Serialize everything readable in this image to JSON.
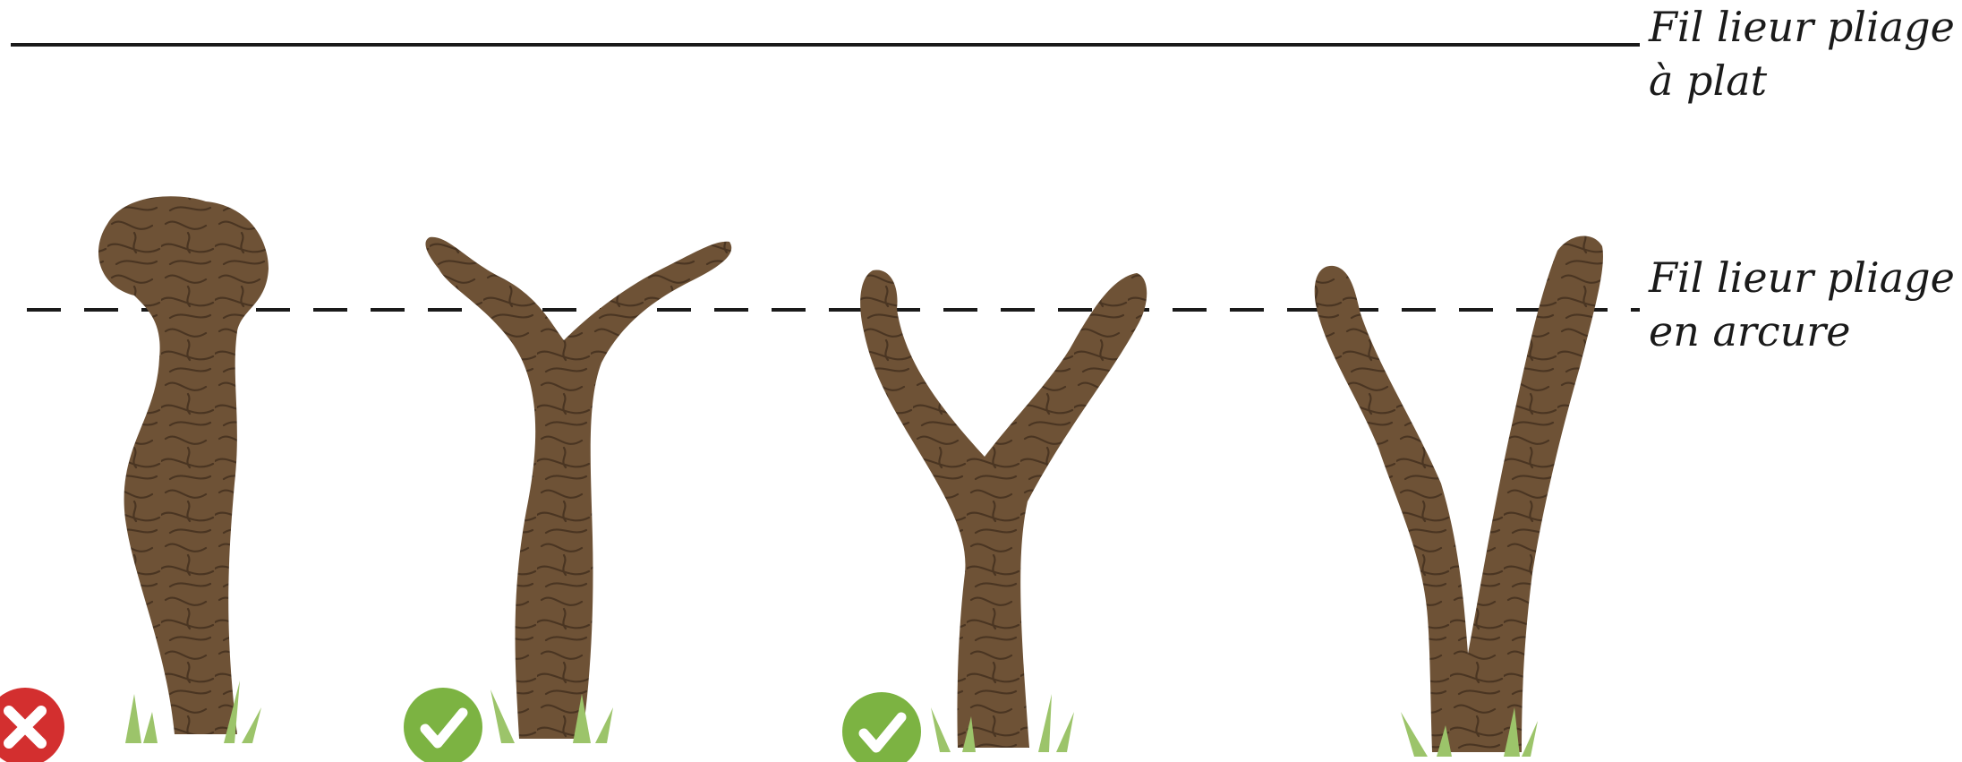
{
  "wires": {
    "flat": {
      "label_line1": "Fil lieur pliage",
      "label_line2": "à plat",
      "style": "solid"
    },
    "arc": {
      "label_line1": "Fil lieur pliage",
      "label_line2": "en arcure",
      "style": "dashed"
    }
  },
  "vines": [
    {
      "shape": "head-trained trunk",
      "verdict": "wrong",
      "mark_icon": "red-cross-icon"
    },
    {
      "shape": "short Y fork",
      "verdict": "correct",
      "mark_icon": "green-check-icon"
    },
    {
      "shape": "Y fork",
      "verdict": "correct",
      "mark_icon": "green-check-icon"
    },
    {
      "shape": "tall V fork",
      "verdict": "none",
      "mark_icon": ""
    }
  ],
  "colors": {
    "trunk": "#6e5236",
    "trunk_texture": "#4a3522",
    "grass": "#9cc46a",
    "check_green": "#7cb342",
    "cross_red": "#d32f2f",
    "wire": "#1a1a1a"
  }
}
